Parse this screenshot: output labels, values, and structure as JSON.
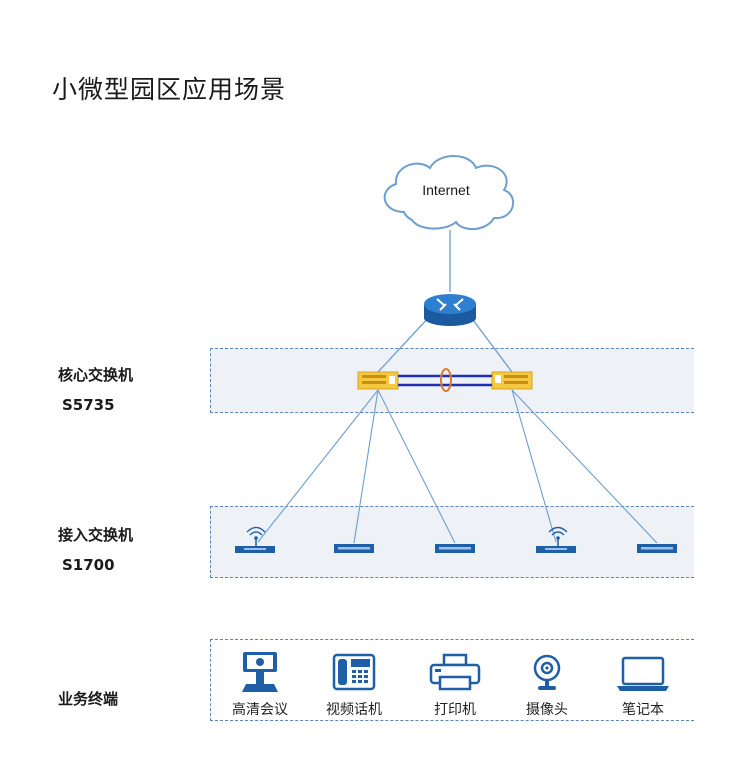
{
  "title": "小微型园区应用场景",
  "internet_label": "Internet",
  "layers": {
    "core": {
      "name": "核心交换机",
      "model": "S5735"
    },
    "access": {
      "name": "接入交换机",
      "model": "S1700"
    },
    "terminal": {
      "name": "业务终端"
    }
  },
  "terminals": [
    {
      "label": "高清会议",
      "icon": "video-conference-icon"
    },
    {
      "label": "视频话机",
      "icon": "video-phone-icon"
    },
    {
      "label": "打印机",
      "icon": "printer-icon"
    },
    {
      "label": "摄像头",
      "icon": "camera-icon"
    },
    {
      "label": "笔记本",
      "icon": "laptop-icon"
    }
  ],
  "colors": {
    "link": "#6a9fd0",
    "stack_link": "#1f2fb0",
    "stack_ring": "#e07a2e",
    "switch_core": "#f5c842",
    "device_blue": "#1f5fa8",
    "band_border": "#5b84b8"
  }
}
